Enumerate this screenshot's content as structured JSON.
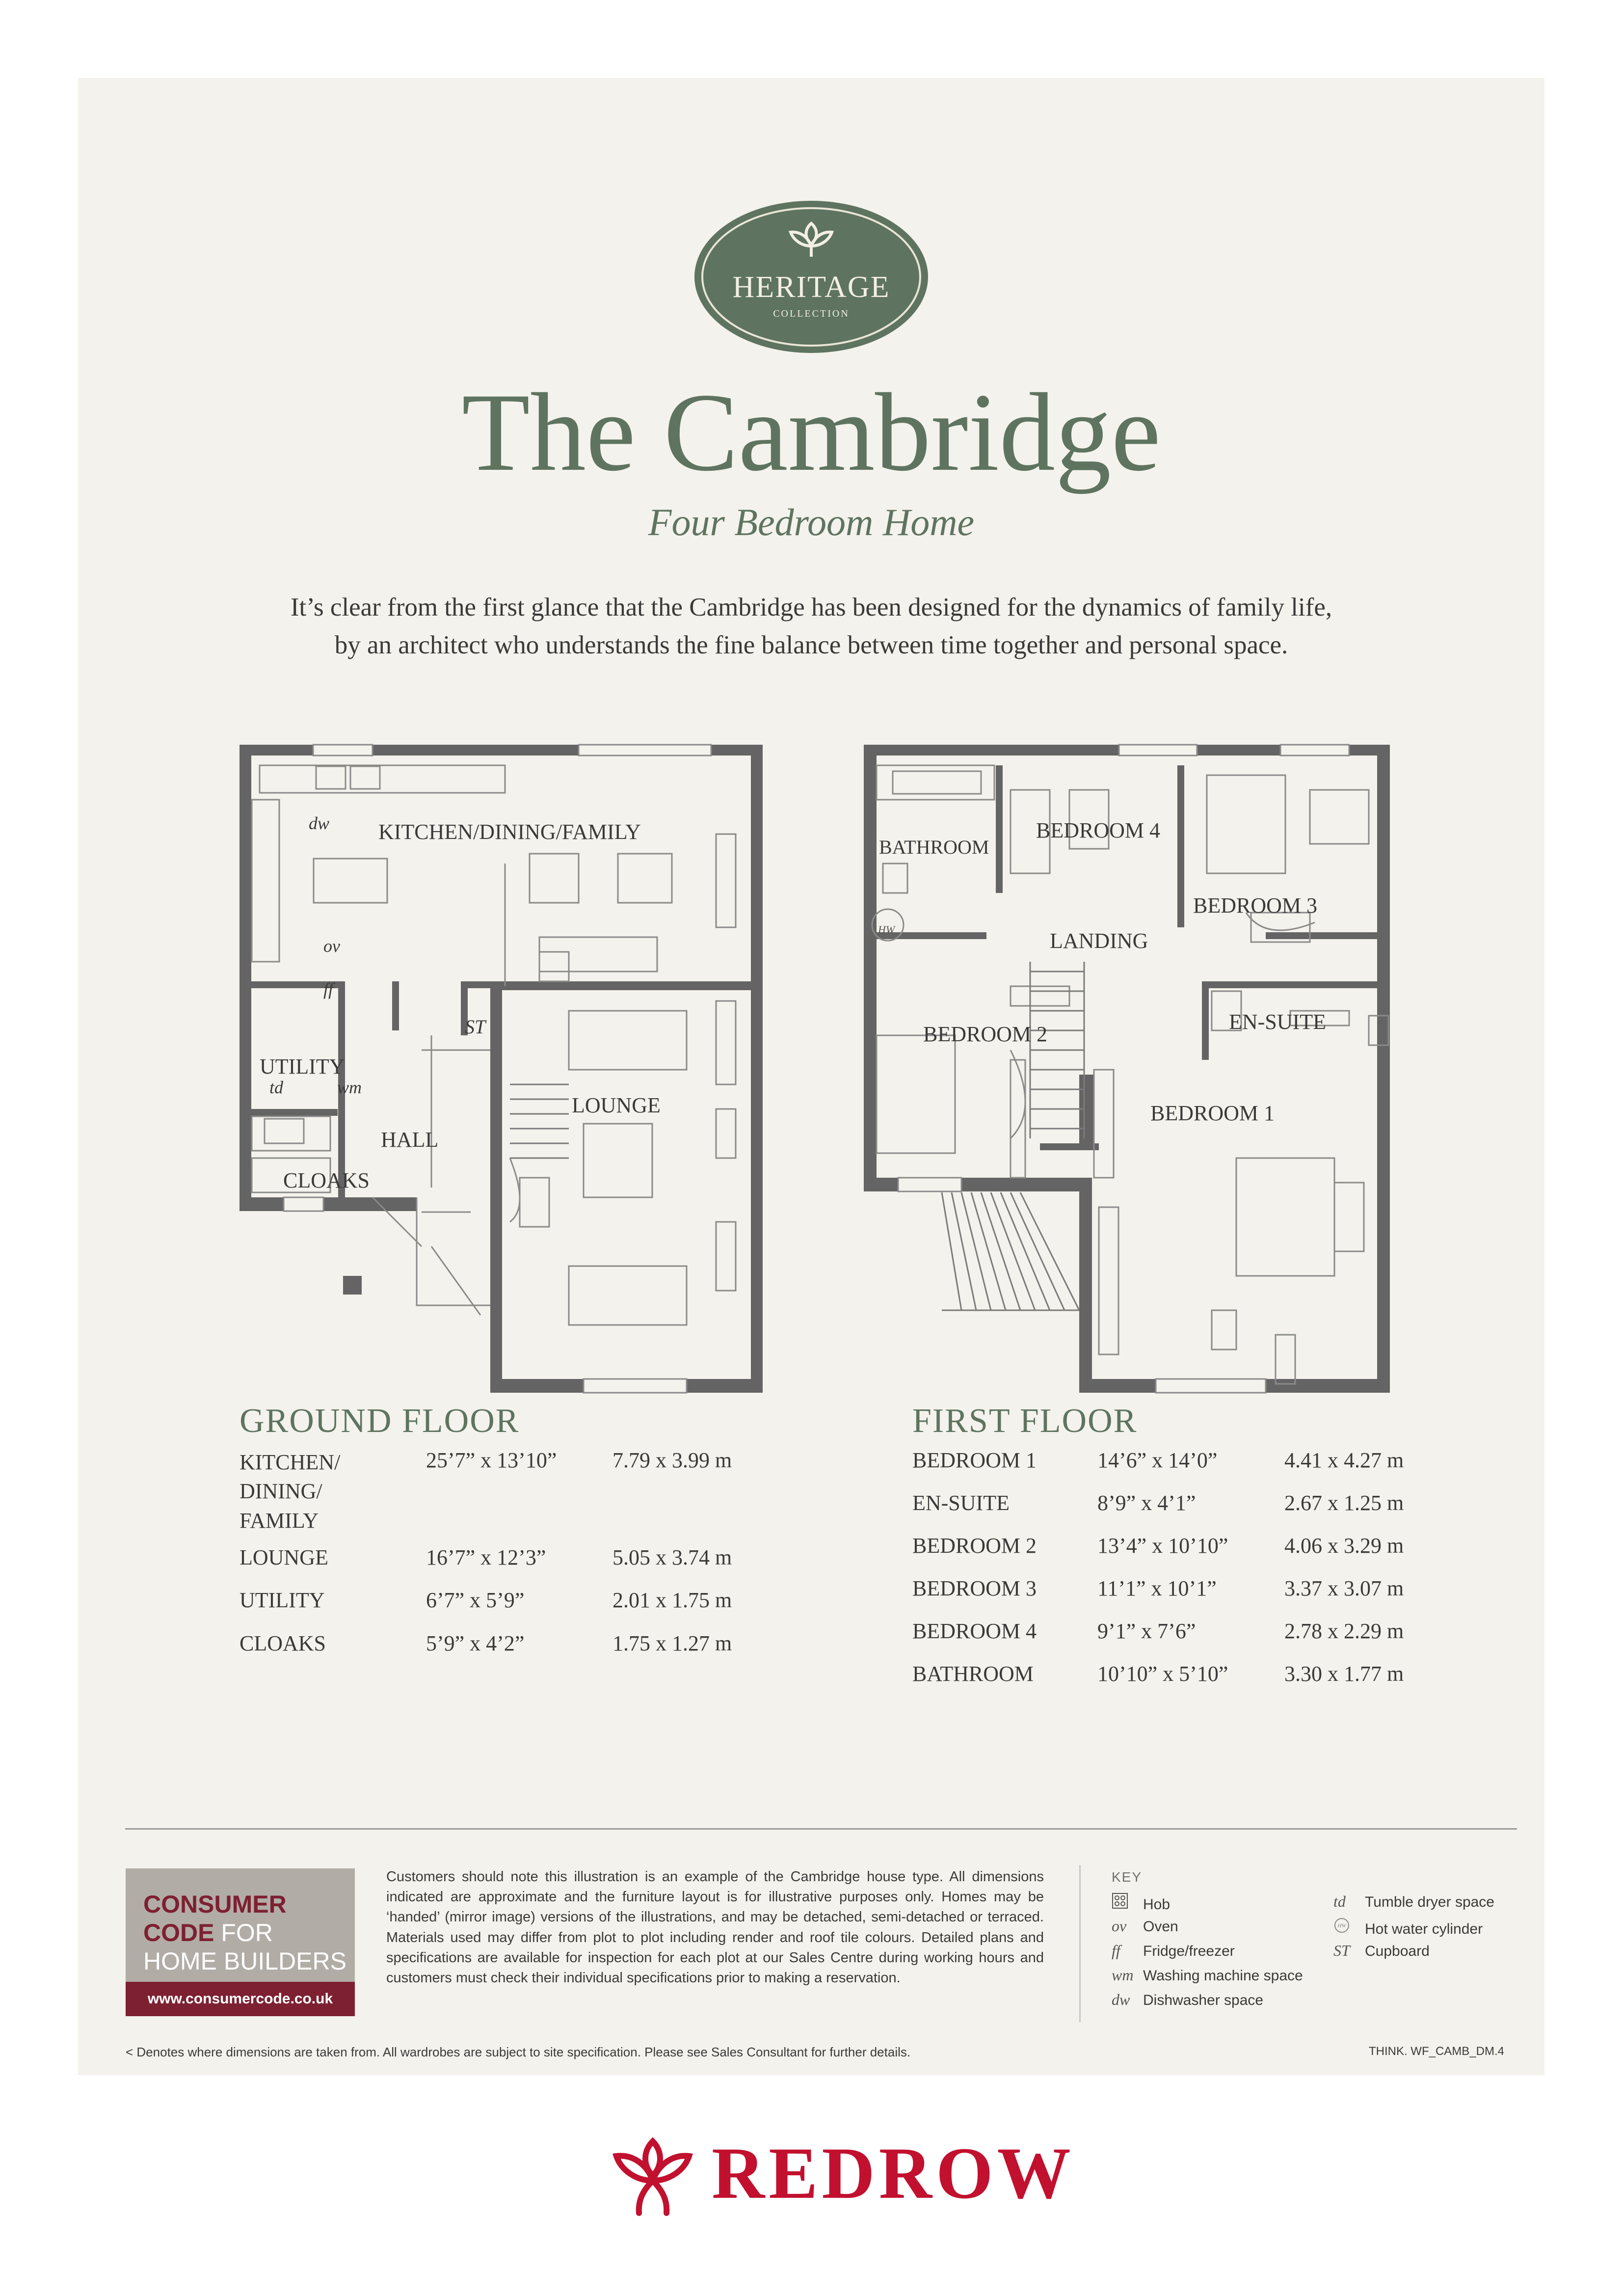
{
  "brand": {
    "badge_title": "HERITAGE",
    "badge_sub": "COLLECTION",
    "footer_logo": "REDROW",
    "colors": {
      "heritage_green": "#5e7460",
      "redrow_red": "#c2102f",
      "ccb_maroon": "#7d2031"
    }
  },
  "title": "The Cambridge",
  "subtitle": "Four Bedroom Home",
  "intro": [
    "It’s clear from the first glance that the Cambridge has been designed for the dynamics of family life,",
    "by an architect who understands the fine balance between time together and personal space."
  ],
  "ground_plan": {
    "rooms": {
      "kitchen": "KITCHEN/DINING/FAMILY",
      "utility": "UTILITY",
      "hall": "HALL",
      "lounge": "LOUNGE",
      "cloaks": "CLOAKS",
      "cupboard": "ST"
    },
    "abbreviations": {
      "dw": "dw",
      "ov": "ov",
      "ff": "ff",
      "td": "td",
      "wm": "wm"
    }
  },
  "first_plan": {
    "rooms": {
      "bathroom": "BATHROOM",
      "bedroom4": "BEDROOM 4",
      "bedroom3": "BEDROOM 3",
      "landing": "LANDING",
      "bedroom2": "BEDROOM 2",
      "ensuite": "EN-SUITE",
      "bedroom1": "BEDROOM 1",
      "hw": "HW"
    }
  },
  "ground_floor": {
    "heading": "GROUND FLOOR",
    "rows": [
      {
        "room": "KITCHEN/",
        "room2": "DINING/",
        "room3": "FAMILY",
        "imperial": "25’7” x 13’10”",
        "metric": "7.79 x 3.99 m"
      },
      {
        "room": "LOUNGE",
        "imperial": "16’7” x 12’3”",
        "metric": "5.05 x 3.74 m"
      },
      {
        "room": "UTILITY",
        "imperial": "6’7” x 5’9”",
        "metric": "2.01 x 1.75 m"
      },
      {
        "room": "CLOAKS",
        "imperial": "5’9” x 4’2”",
        "metric": "1.75 x 1.27 m"
      }
    ]
  },
  "first_floor": {
    "heading": "FIRST FLOOR",
    "rows": [
      {
        "room": "BEDROOM 1",
        "imperial": "14’6” x 14’0”",
        "metric": "4.41 x 4.27 m"
      },
      {
        "room": "EN-SUITE",
        "imperial": "8’9” x 4’1”",
        "metric": "2.67 x 1.25 m"
      },
      {
        "room": "BEDROOM 2",
        "imperial": "13’4” x 10’10”",
        "metric": "4.06 x 3.29 m"
      },
      {
        "room": "BEDROOM 3",
        "imperial": "11’1” x 10’1”",
        "metric": "3.37 x 3.07 m"
      },
      {
        "room": "BEDROOM 4",
        "imperial": "9’1” x 7’6”",
        "metric": "2.78 x 2.29 m"
      },
      {
        "room": "BATHROOM",
        "imperial": "10’10” x 5’10”",
        "metric": "3.30 x 1.77 m"
      }
    ]
  },
  "consumer_code": {
    "line1": "CONSUMER",
    "line2a": "CODE",
    "line2b": "FOR",
    "line3": "HOME BUILDERS",
    "url": "www.consumercode.co.uk"
  },
  "disclaimer": "Customers should note this illustration is an example of the Cambridge house type. All dimensions indicated are approximate and the furniture layout is for illustrative purposes only. Homes may be ‘handed’ (mirror image) versions of the illustrations, and may be detached, semi-detached or terraced. Materials used may differ from plot to plot including render and roof tile colours. Detailed plans and specifications are available for inspection for each plot at our Sales Centre during working hours and customers must check their individual specifications prior to making a reservation.",
  "key": {
    "heading": "KEY",
    "items": [
      {
        "symbol": "",
        "label": "Hob",
        "icon": "hob-icon"
      },
      {
        "symbol": "ov",
        "label": "Oven"
      },
      {
        "symbol": "ff",
        "label": "Fridge/freezer"
      },
      {
        "symbol": "wm",
        "label": "Washing machine space"
      },
      {
        "symbol": "dw",
        "label": "Dishwasher space"
      },
      {
        "symbol": "td",
        "label": "Tumble dryer space"
      },
      {
        "symbol": "HW",
        "label": "Hot water cylinder",
        "icon": "hot-water-cylinder-icon"
      },
      {
        "symbol": "ST",
        "label": "Cupboard"
      }
    ]
  },
  "footnote": "< Denotes where dimensions are taken from. All wardrobes are subject to site specification. Please see Sales Consultant for further details.",
  "reference": "THINK. WF_CAMB_DM.4"
}
